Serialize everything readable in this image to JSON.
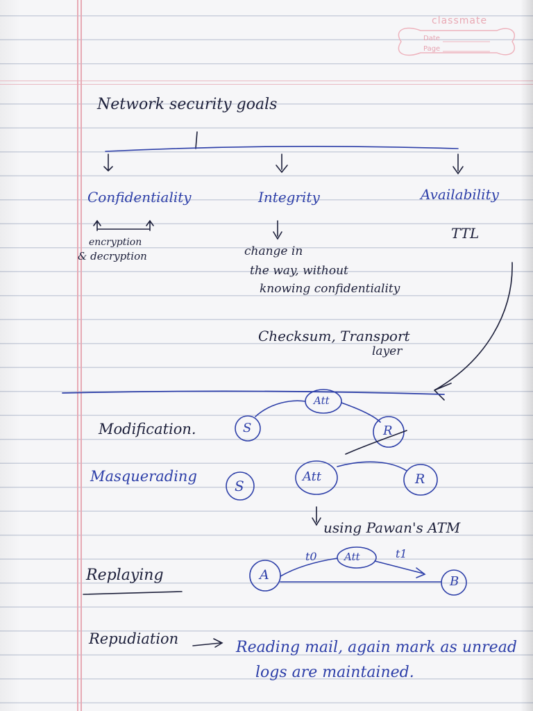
{
  "stamp": {
    "brand": "classmate",
    "date_label": "Date",
    "page_label": "Page"
  },
  "notes": {
    "heading": "Network security goals",
    "goals": {
      "confidentiality": "Confidentiality",
      "integrity": "Integrity",
      "availability": "Availability"
    },
    "confidentiality_detail_1": "encryption",
    "confidentiality_detail_2": "& decryption",
    "integrity_detail_1": "change in",
    "integrity_detail_2": "the way, without",
    "integrity_detail_3": "knowing confidentiality",
    "integrity_tools_1": "Checksum, Transport",
    "integrity_tools_2": "layer",
    "availability_detail": "TTL"
  },
  "attacks": {
    "modification": {
      "label": "Modification.",
      "sender": "S",
      "attacker": "Att",
      "receiver": "R"
    },
    "masquerading": {
      "label": "Masquerading",
      "sender": "S",
      "attacker": "Att",
      "receiver": "R",
      "note": "using Pawan's ATM"
    },
    "replaying": {
      "label": "Replaying",
      "node_a": "A",
      "attacker": "Att",
      "node_b": "B",
      "t0": "t0",
      "t1": "t1"
    },
    "repudiation": {
      "label": "Repudiation",
      "text_line_1": "Reading mail, again mark as unread",
      "text_line_2": "logs are maintained."
    }
  },
  "colors": {
    "ink_blue": "#2c3ea8",
    "ink_dark": "#1c1f3a",
    "margin_pink": "#e7a9b4",
    "rule_blue": "#c9cfdc"
  }
}
